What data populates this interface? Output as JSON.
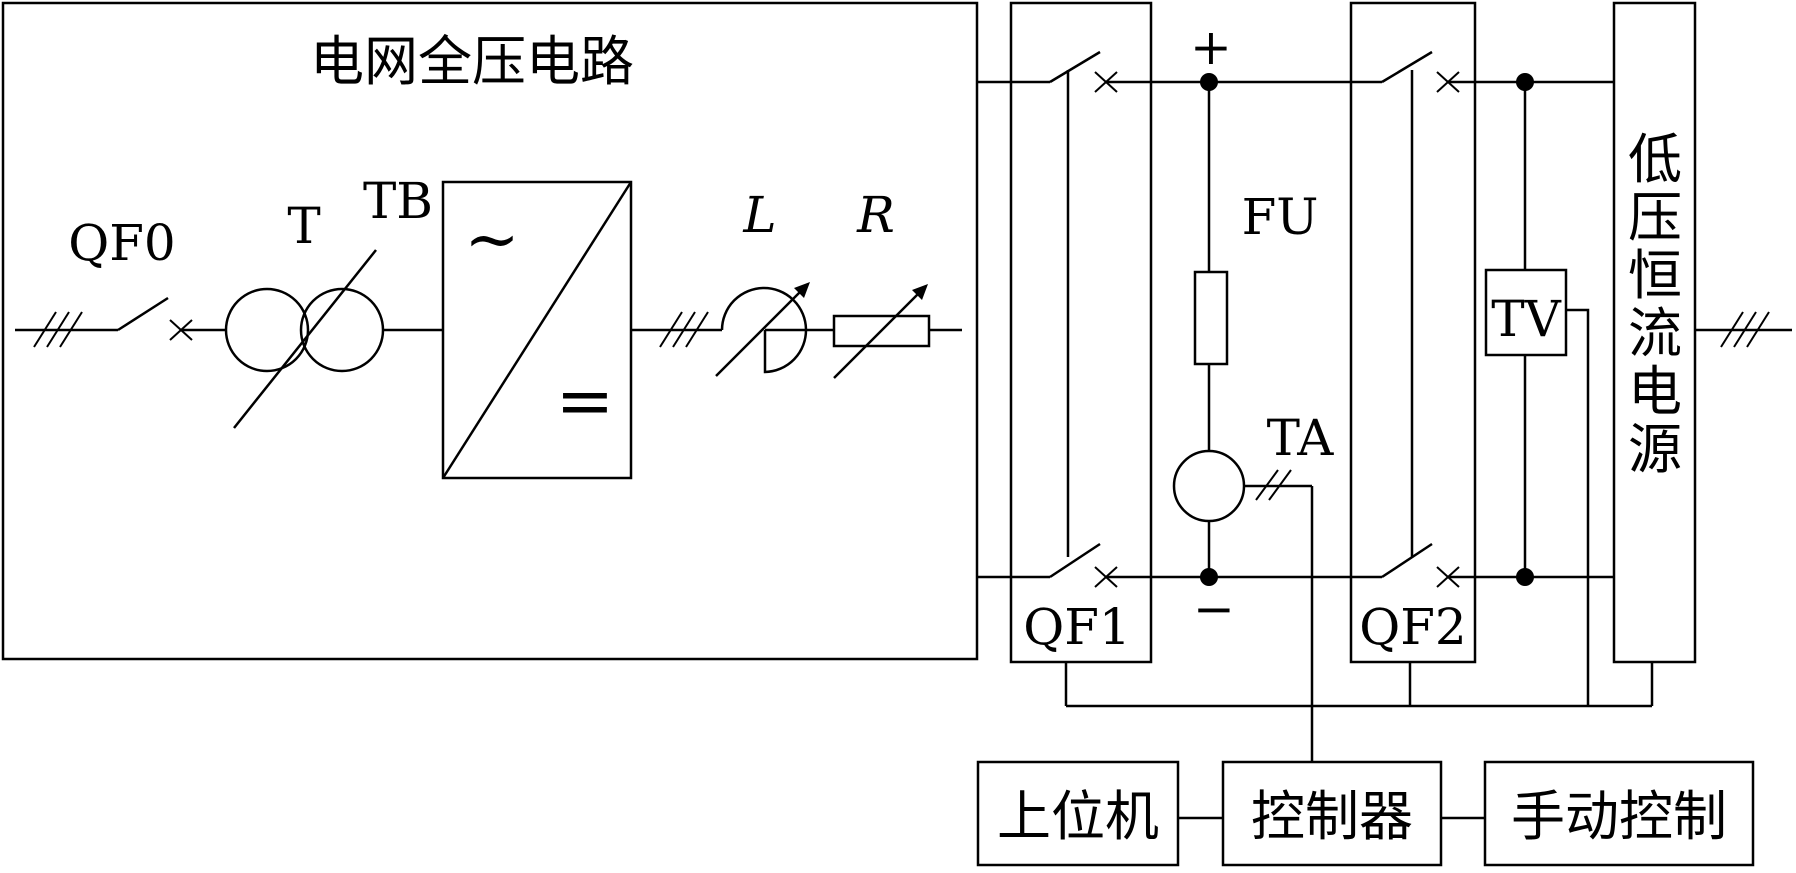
{
  "labels": {
    "grid_title": "电网全压电路",
    "qf0": "QF0",
    "t": "T",
    "tb": "TB",
    "ac_symbol": "~",
    "dc_symbol": "=",
    "l": "L",
    "r": "R",
    "plus": "+",
    "minus": "−",
    "fu": "FU",
    "ta": "TA",
    "tv": "TV",
    "qf1": "QF1",
    "qf2": "QF2",
    "lv_source": [
      "低",
      "压",
      "恒",
      "流",
      "电",
      "源"
    ]
  },
  "control": {
    "host": "上位机",
    "controller": "控制器",
    "manual": "手动控制"
  }
}
